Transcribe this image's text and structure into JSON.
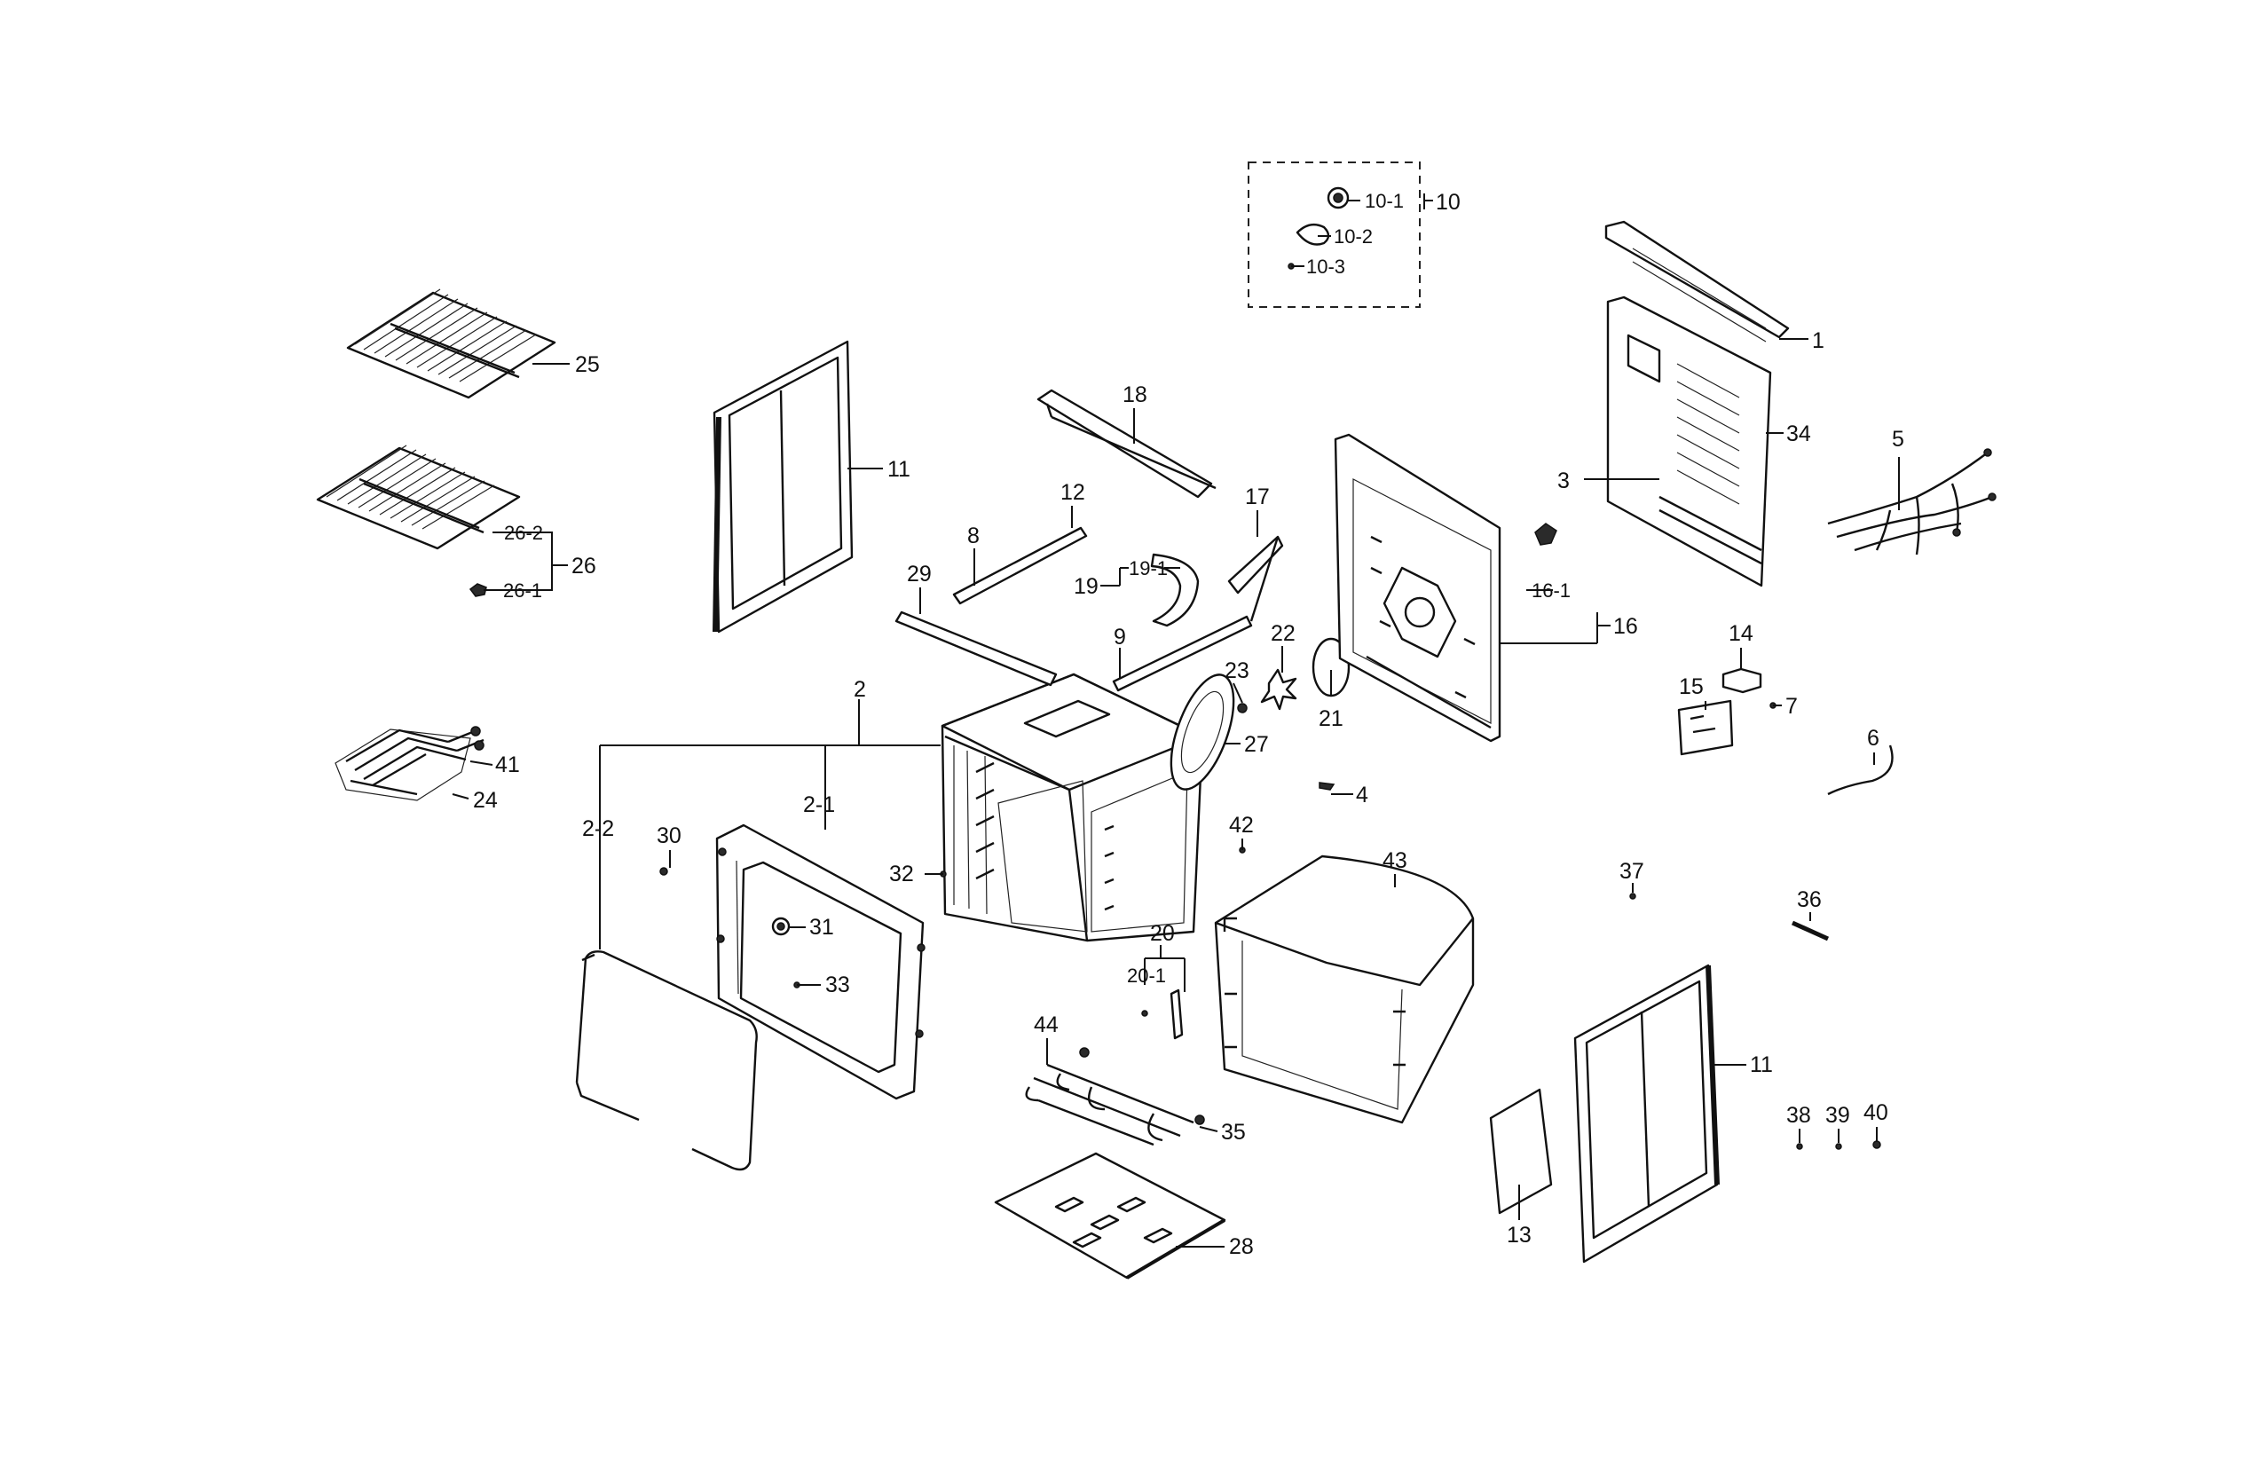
{
  "diagram": {
    "group_box": {
      "labels": [
        "10-1",
        "10-2",
        "10-3"
      ],
      "group_label": "10"
    },
    "callouts": [
      {
        "id": "c1",
        "text": "1"
      },
      {
        "id": "c2",
        "text": "2"
      },
      {
        "id": "c2-1",
        "text": "2-1"
      },
      {
        "id": "c2-2",
        "text": "2-2"
      },
      {
        "id": "c3",
        "text": "3"
      },
      {
        "id": "c4",
        "text": "4"
      },
      {
        "id": "c5",
        "text": "5"
      },
      {
        "id": "c6",
        "text": "6"
      },
      {
        "id": "c7",
        "text": "7"
      },
      {
        "id": "c8",
        "text": "8"
      },
      {
        "id": "c9",
        "text": "9"
      },
      {
        "id": "c10",
        "text": "10"
      },
      {
        "id": "c10-1",
        "text": "10-1"
      },
      {
        "id": "c10-2",
        "text": "10-2"
      },
      {
        "id": "c10-3",
        "text": "10-3"
      },
      {
        "id": "c11a",
        "text": "11"
      },
      {
        "id": "c11b",
        "text": "11"
      },
      {
        "id": "c12",
        "text": "12"
      },
      {
        "id": "c13",
        "text": "13"
      },
      {
        "id": "c14",
        "text": "14"
      },
      {
        "id": "c15",
        "text": "15"
      },
      {
        "id": "c16",
        "text": "16"
      },
      {
        "id": "c16-1",
        "text": "16-1"
      },
      {
        "id": "c17",
        "text": "17"
      },
      {
        "id": "c18",
        "text": "18"
      },
      {
        "id": "c19",
        "text": "19"
      },
      {
        "id": "c19-1",
        "text": "19-1"
      },
      {
        "id": "c20",
        "text": "20"
      },
      {
        "id": "c20-1",
        "text": "20-1"
      },
      {
        "id": "c21",
        "text": "21"
      },
      {
        "id": "c22",
        "text": "22"
      },
      {
        "id": "c23",
        "text": "23"
      },
      {
        "id": "c24",
        "text": "24"
      },
      {
        "id": "c25",
        "text": "25"
      },
      {
        "id": "c26",
        "text": "26"
      },
      {
        "id": "c26-1",
        "text": "26-1"
      },
      {
        "id": "c26-2",
        "text": "26-2"
      },
      {
        "id": "c27",
        "text": "27"
      },
      {
        "id": "c28",
        "text": "28"
      },
      {
        "id": "c29",
        "text": "29"
      },
      {
        "id": "c30",
        "text": "30"
      },
      {
        "id": "c31",
        "text": "31"
      },
      {
        "id": "c32",
        "text": "32"
      },
      {
        "id": "c33",
        "text": "33"
      },
      {
        "id": "c34",
        "text": "34"
      },
      {
        "id": "c35",
        "text": "35"
      },
      {
        "id": "c36",
        "text": "36"
      },
      {
        "id": "c37",
        "text": "37"
      },
      {
        "id": "c38",
        "text": "38"
      },
      {
        "id": "c39",
        "text": "39"
      },
      {
        "id": "c40",
        "text": "40"
      },
      {
        "id": "c41",
        "text": "41"
      },
      {
        "id": "c42",
        "text": "42"
      },
      {
        "id": "c43",
        "text": "43"
      },
      {
        "id": "c44",
        "text": "44"
      }
    ]
  }
}
